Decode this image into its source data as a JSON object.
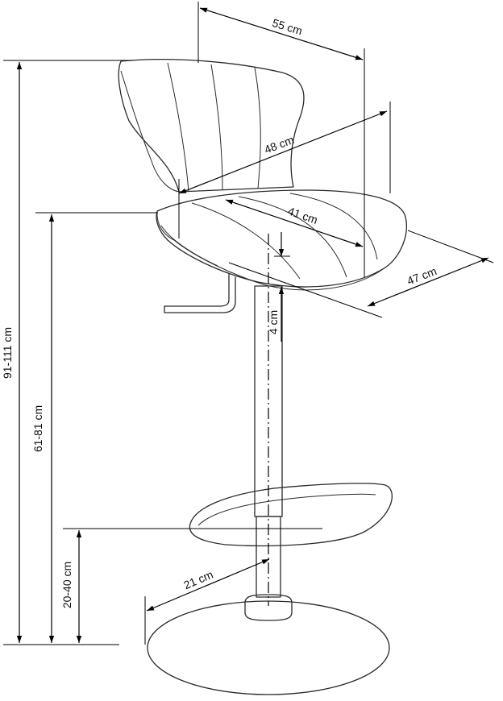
{
  "diagram": {
    "product": "bar stool",
    "dimensions": {
      "width_top": "55 cm",
      "backrest_width": "48 cm",
      "seat_width": "41 cm",
      "seat_depth": "47 cm",
      "seat_thickness": "4 cm",
      "total_height": "91-111 cm",
      "seat_height": "61-81 cm",
      "footrest_height": "20-40 cm",
      "base_radius": "21 cm"
    }
  }
}
